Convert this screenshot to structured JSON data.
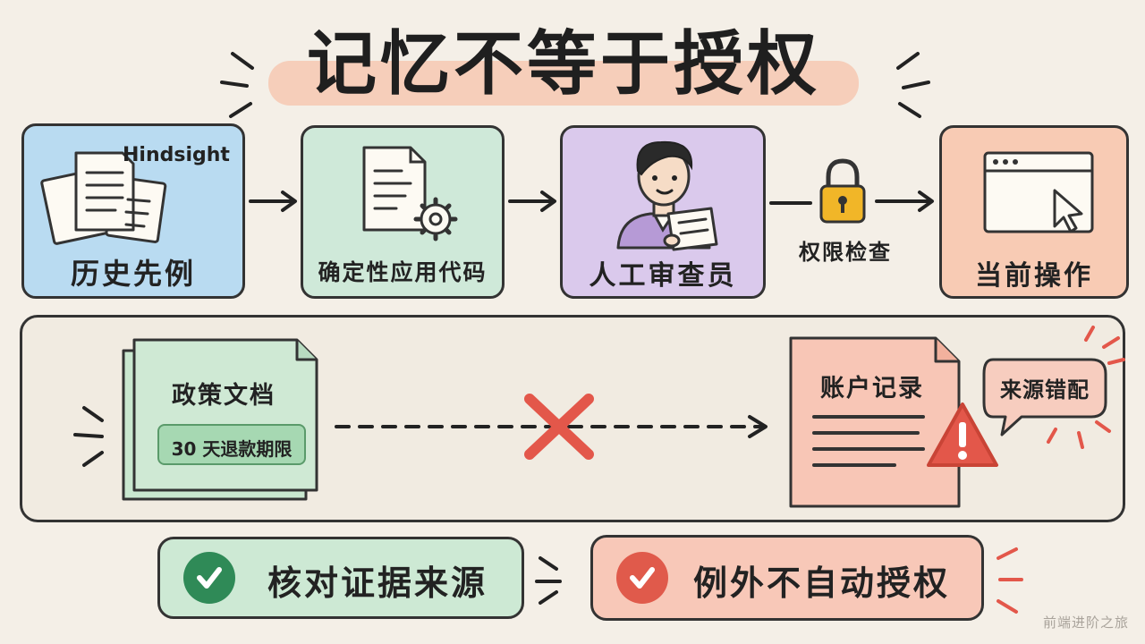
{
  "title": "记忆不等于授权",
  "flow": {
    "history": {
      "label": "历史先例",
      "tag": "Hindsight"
    },
    "code": {
      "label": "确定性应用代码"
    },
    "reviewer": {
      "label": "人工审查员"
    },
    "lock_label": "权限检查",
    "current": {
      "label": "当前操作"
    }
  },
  "mismatch": {
    "policy_doc": {
      "title": "政策文档",
      "chip": "30 天退款期限"
    },
    "account": {
      "title": "账户记录"
    },
    "bubble": "来源错配"
  },
  "takeaways": [
    {
      "text": "核对证据来源",
      "kind": "check"
    },
    {
      "text": "例外不自动授权",
      "kind": "check"
    }
  ],
  "watermark": "前端进阶之旅",
  "colors": {
    "blue": "#b9dbf1",
    "green": "#cfe9d9",
    "purple": "#dac9ec",
    "orange": "#f8cbb4",
    "red_x": "#e3574a",
    "check_green": "#2f8a57",
    "check_red": "#e05a4b",
    "lock": "#f1b628"
  }
}
